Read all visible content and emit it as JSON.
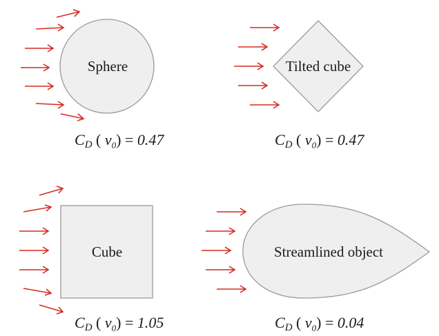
{
  "colors": {
    "arrow": "#d42a20",
    "shape_fill": "#efefef",
    "shape_stroke": "#999999"
  },
  "objects": [
    {
      "id": "sphere",
      "label": "Sphere",
      "cd_symbol": "C",
      "cd_sub": "D",
      "cd_var": "v",
      "cd_var_sub": "0",
      "cd_value": "0.47"
    },
    {
      "id": "tilted-cube",
      "label": "Tilted cube",
      "cd_symbol": "C",
      "cd_sub": "D",
      "cd_var": "v",
      "cd_var_sub": "0",
      "cd_value": "0.47"
    },
    {
      "id": "cube",
      "label": "Cube",
      "cd_symbol": "C",
      "cd_sub": "D",
      "cd_var": "v",
      "cd_var_sub": "0",
      "cd_value": "1.05"
    },
    {
      "id": "streamlined",
      "label": "Streamlined object",
      "cd_symbol": "C",
      "cd_sub": "D",
      "cd_var": "v",
      "cd_var_sub": "0",
      "cd_value": "0.04"
    }
  ]
}
